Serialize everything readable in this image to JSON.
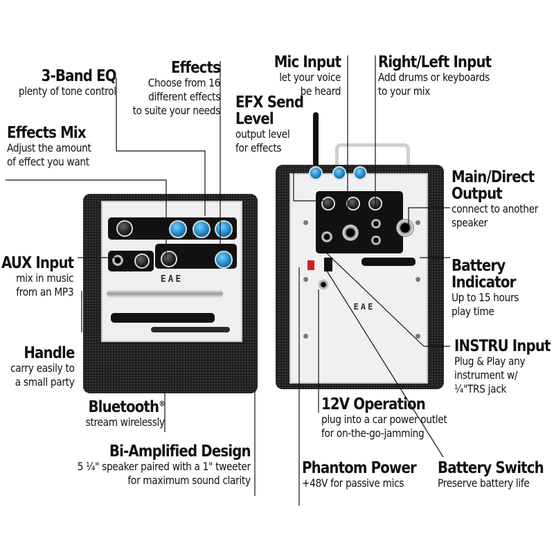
{
  "brand": {
    "logo_text": "EAE"
  },
  "callouts": {
    "eq3": {
      "title": "3-Band EQ",
      "desc": [
        "plenty of tone control"
      ]
    },
    "effects": {
      "title": "Effects",
      "desc": [
        "Choose from 16",
        "different effects",
        "to suite your needs"
      ]
    },
    "effects_mix": {
      "title": "Effects Mix",
      "desc": [
        "Adjust the amount",
        "of effect you want"
      ]
    },
    "aux": {
      "title": "AUX Input",
      "desc": [
        "mix in music",
        "from an MP3"
      ]
    },
    "handle": {
      "title": "Handle",
      "desc": [
        "carry easily to",
        "a small party"
      ]
    },
    "bluetooth": {
      "title": "Bluetooth",
      "sup": "®",
      "desc": [
        "stream wirelessly"
      ]
    },
    "biamp": {
      "title": "Bi-Amplified Design",
      "desc": [
        "5 ¼\" speaker paired with a 1\" tweeter",
        "for maximum sound clarity"
      ]
    },
    "efx_send": {
      "title": [
        "EFX Send",
        "Level"
      ],
      "desc": [
        "output level",
        "for effects"
      ]
    },
    "mic": {
      "title": "Mic Input",
      "desc": [
        "let your voice",
        "be heard"
      ]
    },
    "right_left": {
      "title": "Right/Left Input",
      "desc": [
        "Add drums or keyboards",
        "to your mix"
      ]
    },
    "main_direct": {
      "title": [
        "Main/Direct",
        "Output"
      ],
      "desc": [
        "connect to another",
        "speaker"
      ]
    },
    "battery_ind": {
      "title": [
        "Battery",
        "Indicator"
      ],
      "desc": [
        "Up to 15 hours",
        "play time"
      ]
    },
    "instru": {
      "title": "INSTRU Input",
      "desc": [
        "Plug & Play any",
        "instrument w/",
        "¼\"TRS jack"
      ]
    },
    "v12": {
      "title": "12V Operation",
      "desc": [
        "plug into a car power outlet",
        "for on-the-go-jamming"
      ]
    },
    "phantom": {
      "title": "Phantom Power",
      "desc": [
        "+48V for passive mics"
      ]
    },
    "batt_switch": {
      "title": "Battery Switch",
      "desc": [
        "Preserve battery life"
      ]
    }
  },
  "colors": {
    "knob_blue": "#1c8fd6",
    "grille": "#1e1e1e",
    "panel": "#efefef"
  }
}
